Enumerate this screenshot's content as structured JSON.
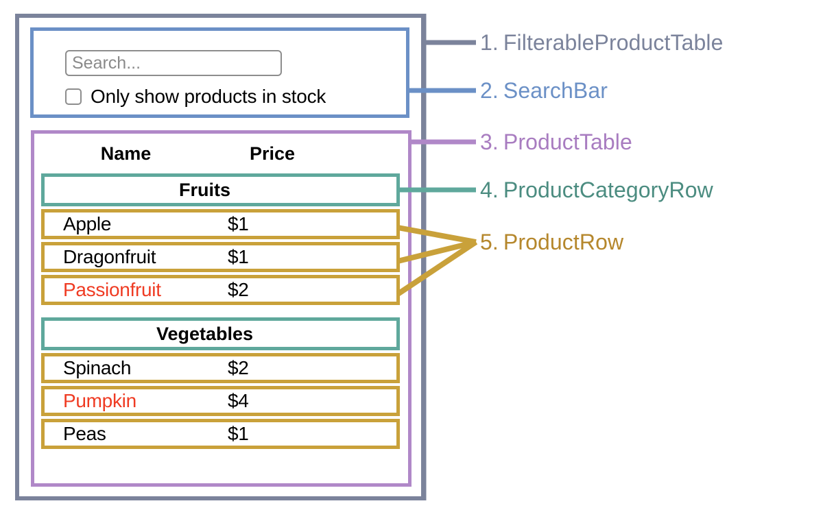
{
  "colors": {
    "outer": "#7b839b",
    "search": "#6b90c6",
    "table": "#b088c8",
    "category": "#5fa89c",
    "row": "#c9a13a",
    "out_of_stock": "#ef3b23",
    "text": "#000000",
    "placeholder": "#8a8a8a"
  },
  "search_bar": {
    "input_value": "",
    "input_placeholder": "Search...",
    "checkbox_checked": false,
    "checkbox_label": "Only show products in stock"
  },
  "product_table": {
    "columns": [
      "Name",
      "Price"
    ],
    "sections": [
      {
        "category": "Fruits",
        "products": [
          {
            "name": "Apple",
            "price": "$1",
            "in_stock": true
          },
          {
            "name": "Dragonfruit",
            "price": "$1",
            "in_stock": true
          },
          {
            "name": "Passionfruit",
            "price": "$2",
            "in_stock": false
          }
        ]
      },
      {
        "category": "Vegetables",
        "products": [
          {
            "name": "Spinach",
            "price": "$2",
            "in_stock": true
          },
          {
            "name": "Pumpkin",
            "price": "$4",
            "in_stock": false
          },
          {
            "name": "Peas",
            "price": "$1",
            "in_stock": true
          }
        ]
      }
    ]
  },
  "callouts": [
    {
      "number": "1.",
      "label": "FilterableProductTable",
      "color": "#7b839b"
    },
    {
      "number": "2.",
      "label": "SearchBar",
      "color": "#6b90c6"
    },
    {
      "number": "3.",
      "label": "ProductTable",
      "color": "#b088c8"
    },
    {
      "number": "4.",
      "label": "ProductCategoryRow",
      "color": "#5fa89c"
    },
    {
      "number": "5.",
      "label": "ProductRow",
      "color": "#c9a13a"
    }
  ]
}
